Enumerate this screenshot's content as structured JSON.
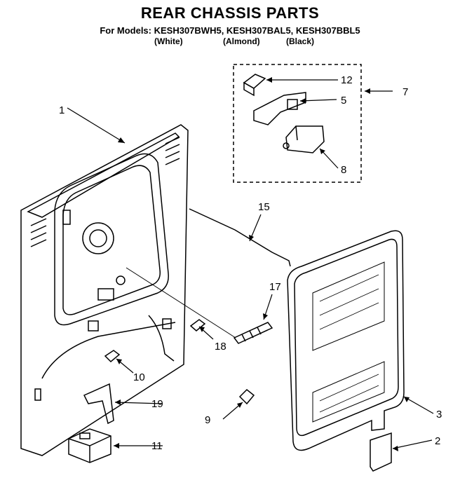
{
  "header": {
    "title": "REAR CHASSIS PARTS",
    "models_line": "For Models: KESH307BWH5, KESH307BAL5, KESH307BBL5",
    "colors": [
      "(White)",
      "(Almond)",
      "(Black)"
    ]
  },
  "callouts": {
    "c1": "1",
    "c2": "2",
    "c3": "3",
    "c5": "5",
    "c7": "7",
    "c8": "8",
    "c9": "9",
    "c10": "10",
    "c11": "11",
    "c12": "12",
    "c15": "15",
    "c17": "17",
    "c18": "18",
    "c19": "19"
  }
}
